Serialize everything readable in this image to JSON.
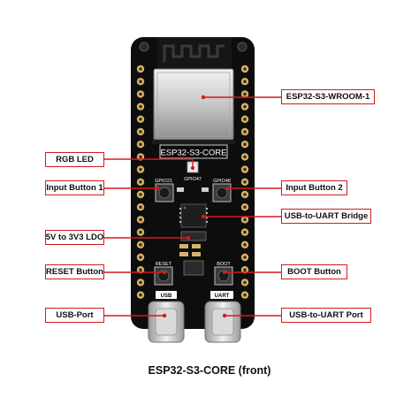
{
  "board": {
    "name": "ESP32-S3-CORE",
    "gpio_left": "GPIO21",
    "gpio_mid": "GPIO47",
    "gpio_right": "GPIO48",
    "reset_text": "RESET",
    "boot_text": "BOOT",
    "usb_text": "USB",
    "uart_text": "UART"
  },
  "labels": {
    "wroom": "ESP32-S3-WROOM-1",
    "rgb_led": "RGB LED",
    "input1": "Input Button 1",
    "input2": "Input Button 2",
    "uart_bridge": "USB-to-UART Bridge",
    "ldo": "5V to 3V3 LDO",
    "reset_btn": "RESET Button",
    "boot_btn": "BOOT Button",
    "usb_port": "USB-Port",
    "uart_port": "USB-to-UART Port"
  },
  "caption": "ESP32-S3-CORE (front)",
  "colors": {
    "board": "#0d0d0d",
    "callout": "#d21c1c",
    "pad": "#d8b26a"
  }
}
